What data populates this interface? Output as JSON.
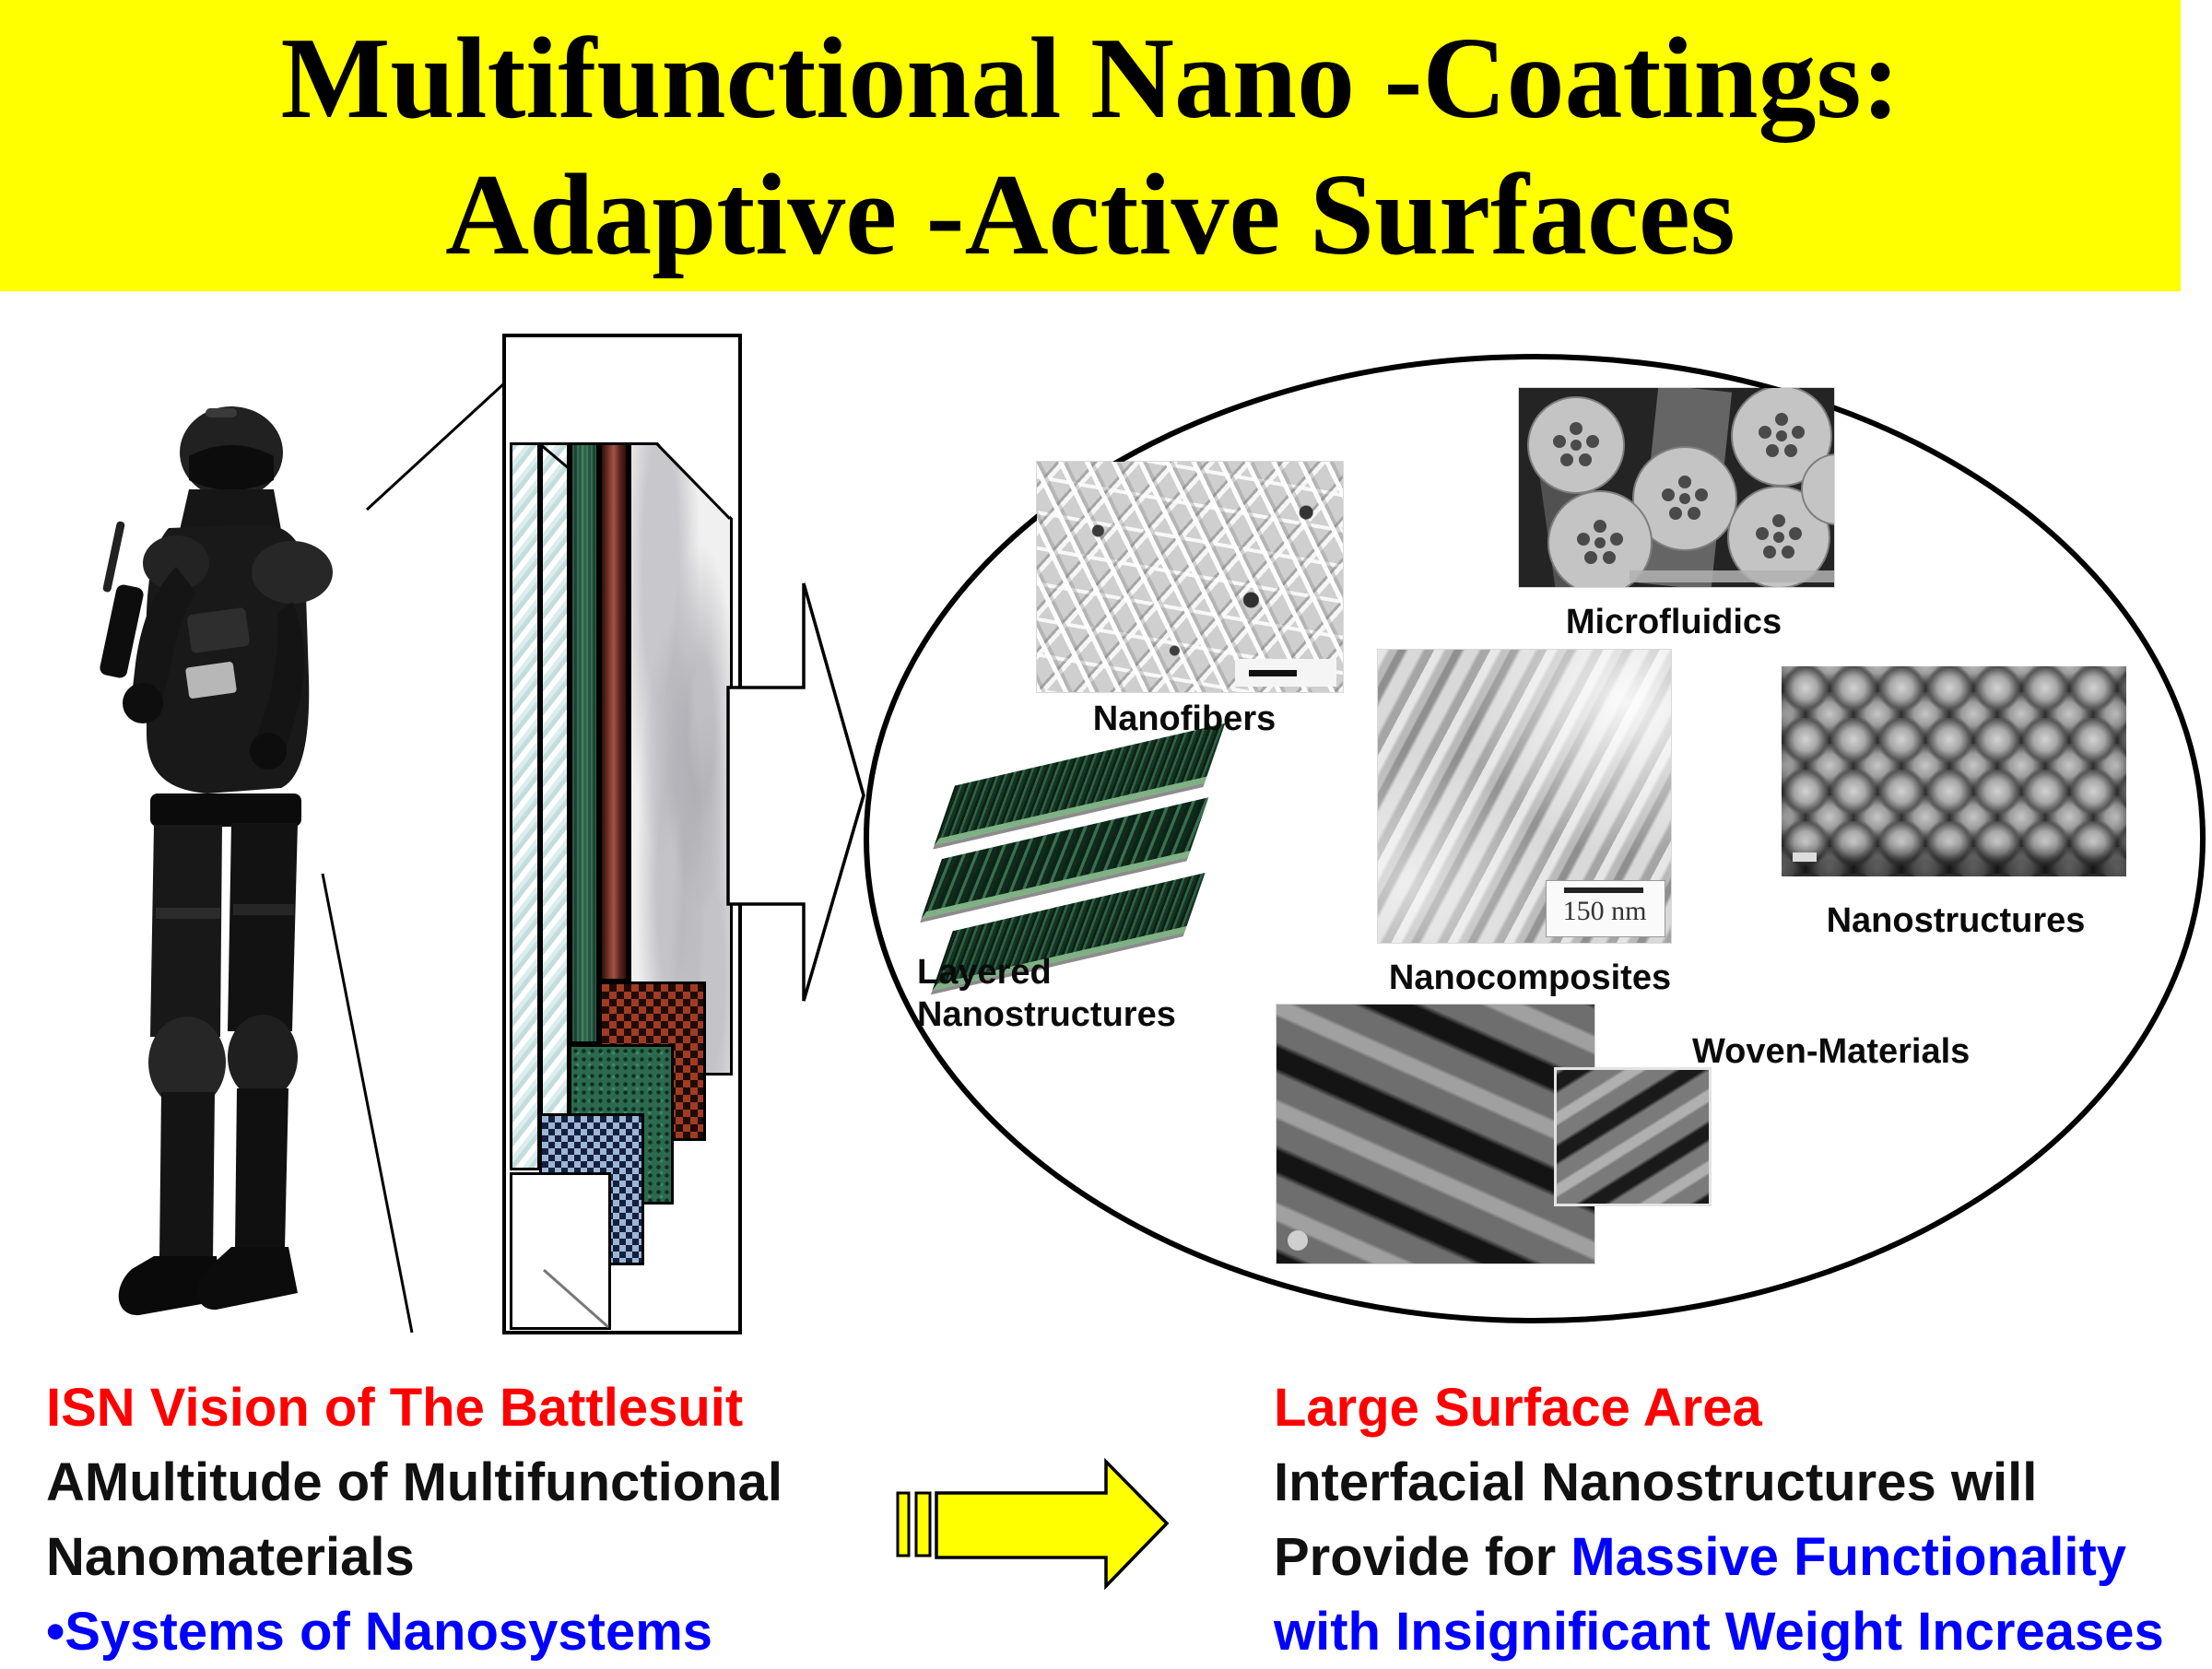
{
  "slide": {
    "title": {
      "line1": "Multifunctional Nano -Coatings:",
      "line2": "Adaptive -Active Surfaces"
    },
    "colors": {
      "banner": "#FFFF00",
      "red_text": "#FF0000",
      "blue_text": "#0000FF",
      "black_text": "#000000",
      "arrow_fill": "#FFFF00"
    },
    "ellipse_items": {
      "nanofibers": "Nanofibers",
      "microfluidics": "Microfluidics",
      "layered_line1": "Layered",
      "layered_line2": "Nanostructures",
      "nanocomposites": "Nanocomposites",
      "nanostructures": "Nanostructures",
      "woven": "Woven-Materials",
      "nanocomposites_scale": "150 nm"
    },
    "left_block": {
      "line1": "ISN Vision of The Battlesuit",
      "line2": "AMultitude of Multifunctional",
      "line3": "Nanomaterials",
      "line4": "•Systems of Nanosystems"
    },
    "right_block": {
      "line1": "Large Surface Area",
      "line2": "Interfacial Nanostructures will",
      "line3_black": "Provide for ",
      "line3_blue": "Massive Functionality",
      "line4": "with Insignificant Weight Increases"
    }
  }
}
